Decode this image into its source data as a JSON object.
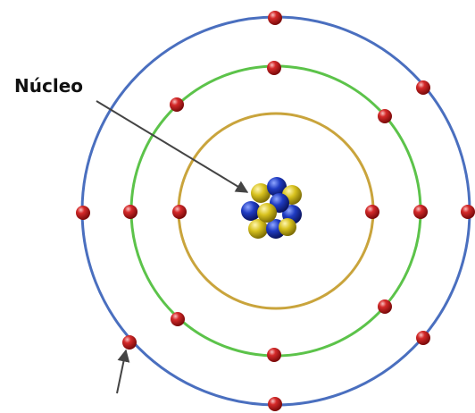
{
  "label": {
    "text": "Núcleo"
  },
  "colors": {
    "outer_shell": "#4a6fbf",
    "middle_shell": "#5cc34a",
    "inner_shell": "#c9a43c",
    "electron": "#c0141b",
    "electron_highlight": "#f29a9a",
    "proton": "#d8c21f",
    "neutron": "#1f3bc2",
    "arrow": "#555555"
  },
  "icons": {
    "electron": "red-sphere",
    "proton": "yellow-sphere",
    "neutron": "blue-sphere"
  }
}
